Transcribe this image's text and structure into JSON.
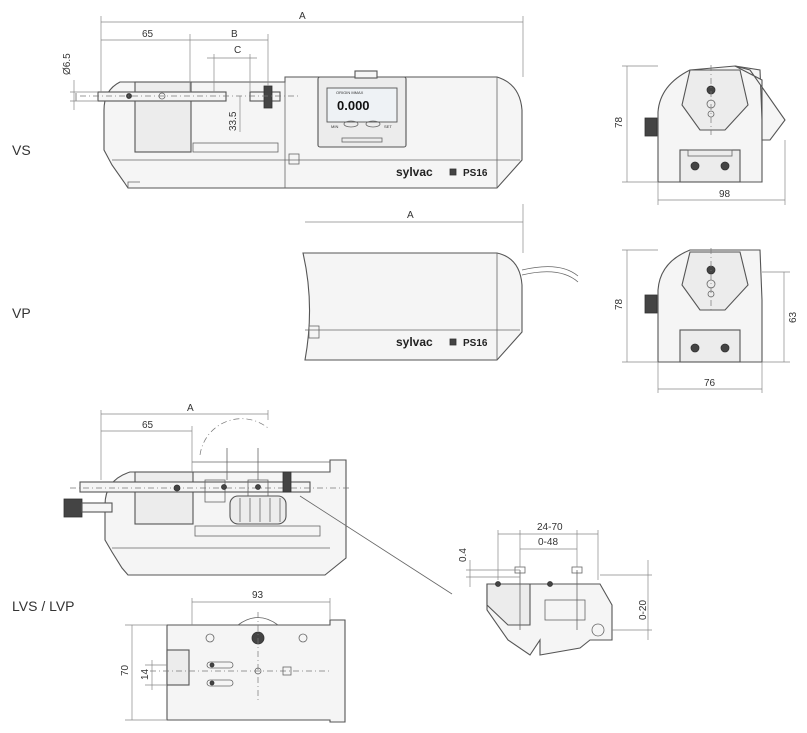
{
  "views": {
    "vs": {
      "label": "VS"
    },
    "vp": {
      "label": "VP"
    },
    "lvs": {
      "label": "LVS / LVP"
    }
  },
  "display": {
    "value": "0.000",
    "top_text": "ORIGIN MMAX",
    "left_btn": "MIN",
    "right_btn": "SET"
  },
  "brand": {
    "name": "sylvac",
    "model": "PS16"
  },
  "dims": {
    "vs_A": "A",
    "vs_65": "65",
    "vs_B": "B",
    "vs_C": "C",
    "vs_dia": "Ø6.5",
    "vs_33": "33.5",
    "vs_side_h": "78",
    "vs_side_w": "98",
    "vp_A": "A",
    "vp_side_h": "78",
    "vp_side_h2": "63",
    "vp_side_w": "76",
    "l_A": "A",
    "l_65": "65",
    "l_93": "93",
    "l_70": "70",
    "l_14": "14",
    "d_2470": "24-70",
    "d_048": "0-48",
    "d_04": "0.4",
    "d_020": "0-20"
  }
}
